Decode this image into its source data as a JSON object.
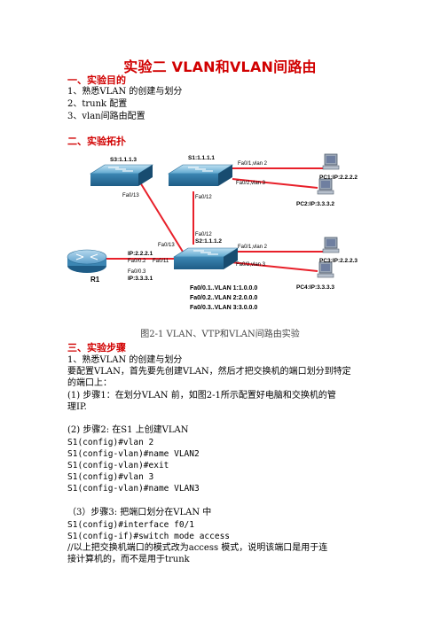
{
  "title": "实验二 VLAN和VLAN间路由",
  "section1": {
    "heading": "一、实验目的",
    "items": [
      "1、熟悉VLAN 的创建与划分",
      "2、trunk 配置",
      "3、vlan间路由配置"
    ]
  },
  "section2": {
    "heading": "二、实验拓扑"
  },
  "diagram": {
    "s3_label": "S3:1.1.1.3",
    "s1_label": "S1:1.1.1.1",
    "s2_label": "S2:1.1.1.2",
    "r1_label": "R1",
    "s3_port": "Fa0/13",
    "s1_port_down": "Fa0/12",
    "s1_port_1": "Fa0/1,vlan 2",
    "s1_port_2": "Fa0/2,vlan 3",
    "s2_port_up": "Fa0/12",
    "s2_port_left": "Fa0/13",
    "s2_port_r1": "Fa0/11",
    "s2_port_1": "Fa0/1,vlan 2",
    "s2_port_2": "Fa0/2,vlan 3",
    "r1_ip1": "IP:2.2.2.1",
    "r1_port_a": "Fa0/0.2",
    "r1_port_b": "Fa0/0.3",
    "r1_ip2": "IP:3.3.3.1",
    "pc1": "PC1:IP:2.2.2.2",
    "pc2": "PC2:IP:3.3.3.2",
    "pc3": "PC3:IP:2.2.2.3",
    "pc4": "PC4:IP:3.3.3.3",
    "sub1": "Fa0/0.1..VLAN 1:1.0.0.0",
    "sub2": "Fa0/0.2..VLAN 2:2.0.0.0",
    "sub3": "Fa0/0.3..VLAN 3:3.0.0.0",
    "link_color": "#e8202a"
  },
  "caption": "图2-1 VLAN、VTP和VLAN间路由实验",
  "section3": {
    "heading": "三、实验步骤",
    "lines": [
      "1、熟悉VLAN 的创建与划分",
      "要配置VLAN，首先要先创建VLAN，然后才把交换机的端口划分到特定",
      "的端口上：",
      "(1) 步骤1：在划分VLAN 前，如图2-1所示配置好电脑和交换机的管",
      "理IP.",
      "",
      "(2) 步骤2: 在S1 上创建VLAN",
      "S1(config)#vlan 2",
      "S1(config-vlan)#name VLAN2",
      "S1(config-vlan)#exit",
      "S1(config)#vlan 3",
      "S1(config-vlan)#name VLAN3",
      "",
      "（3）步骤3: 把端口划分在VLAN 中",
      "S1(config)#interface f0/1",
      "S1(config-if)#switch mode access",
      "//以上把交换机端口的模式改为access 模式，说明该端口是用于连",
      "接计算机的，而不是用于trunk"
    ]
  }
}
